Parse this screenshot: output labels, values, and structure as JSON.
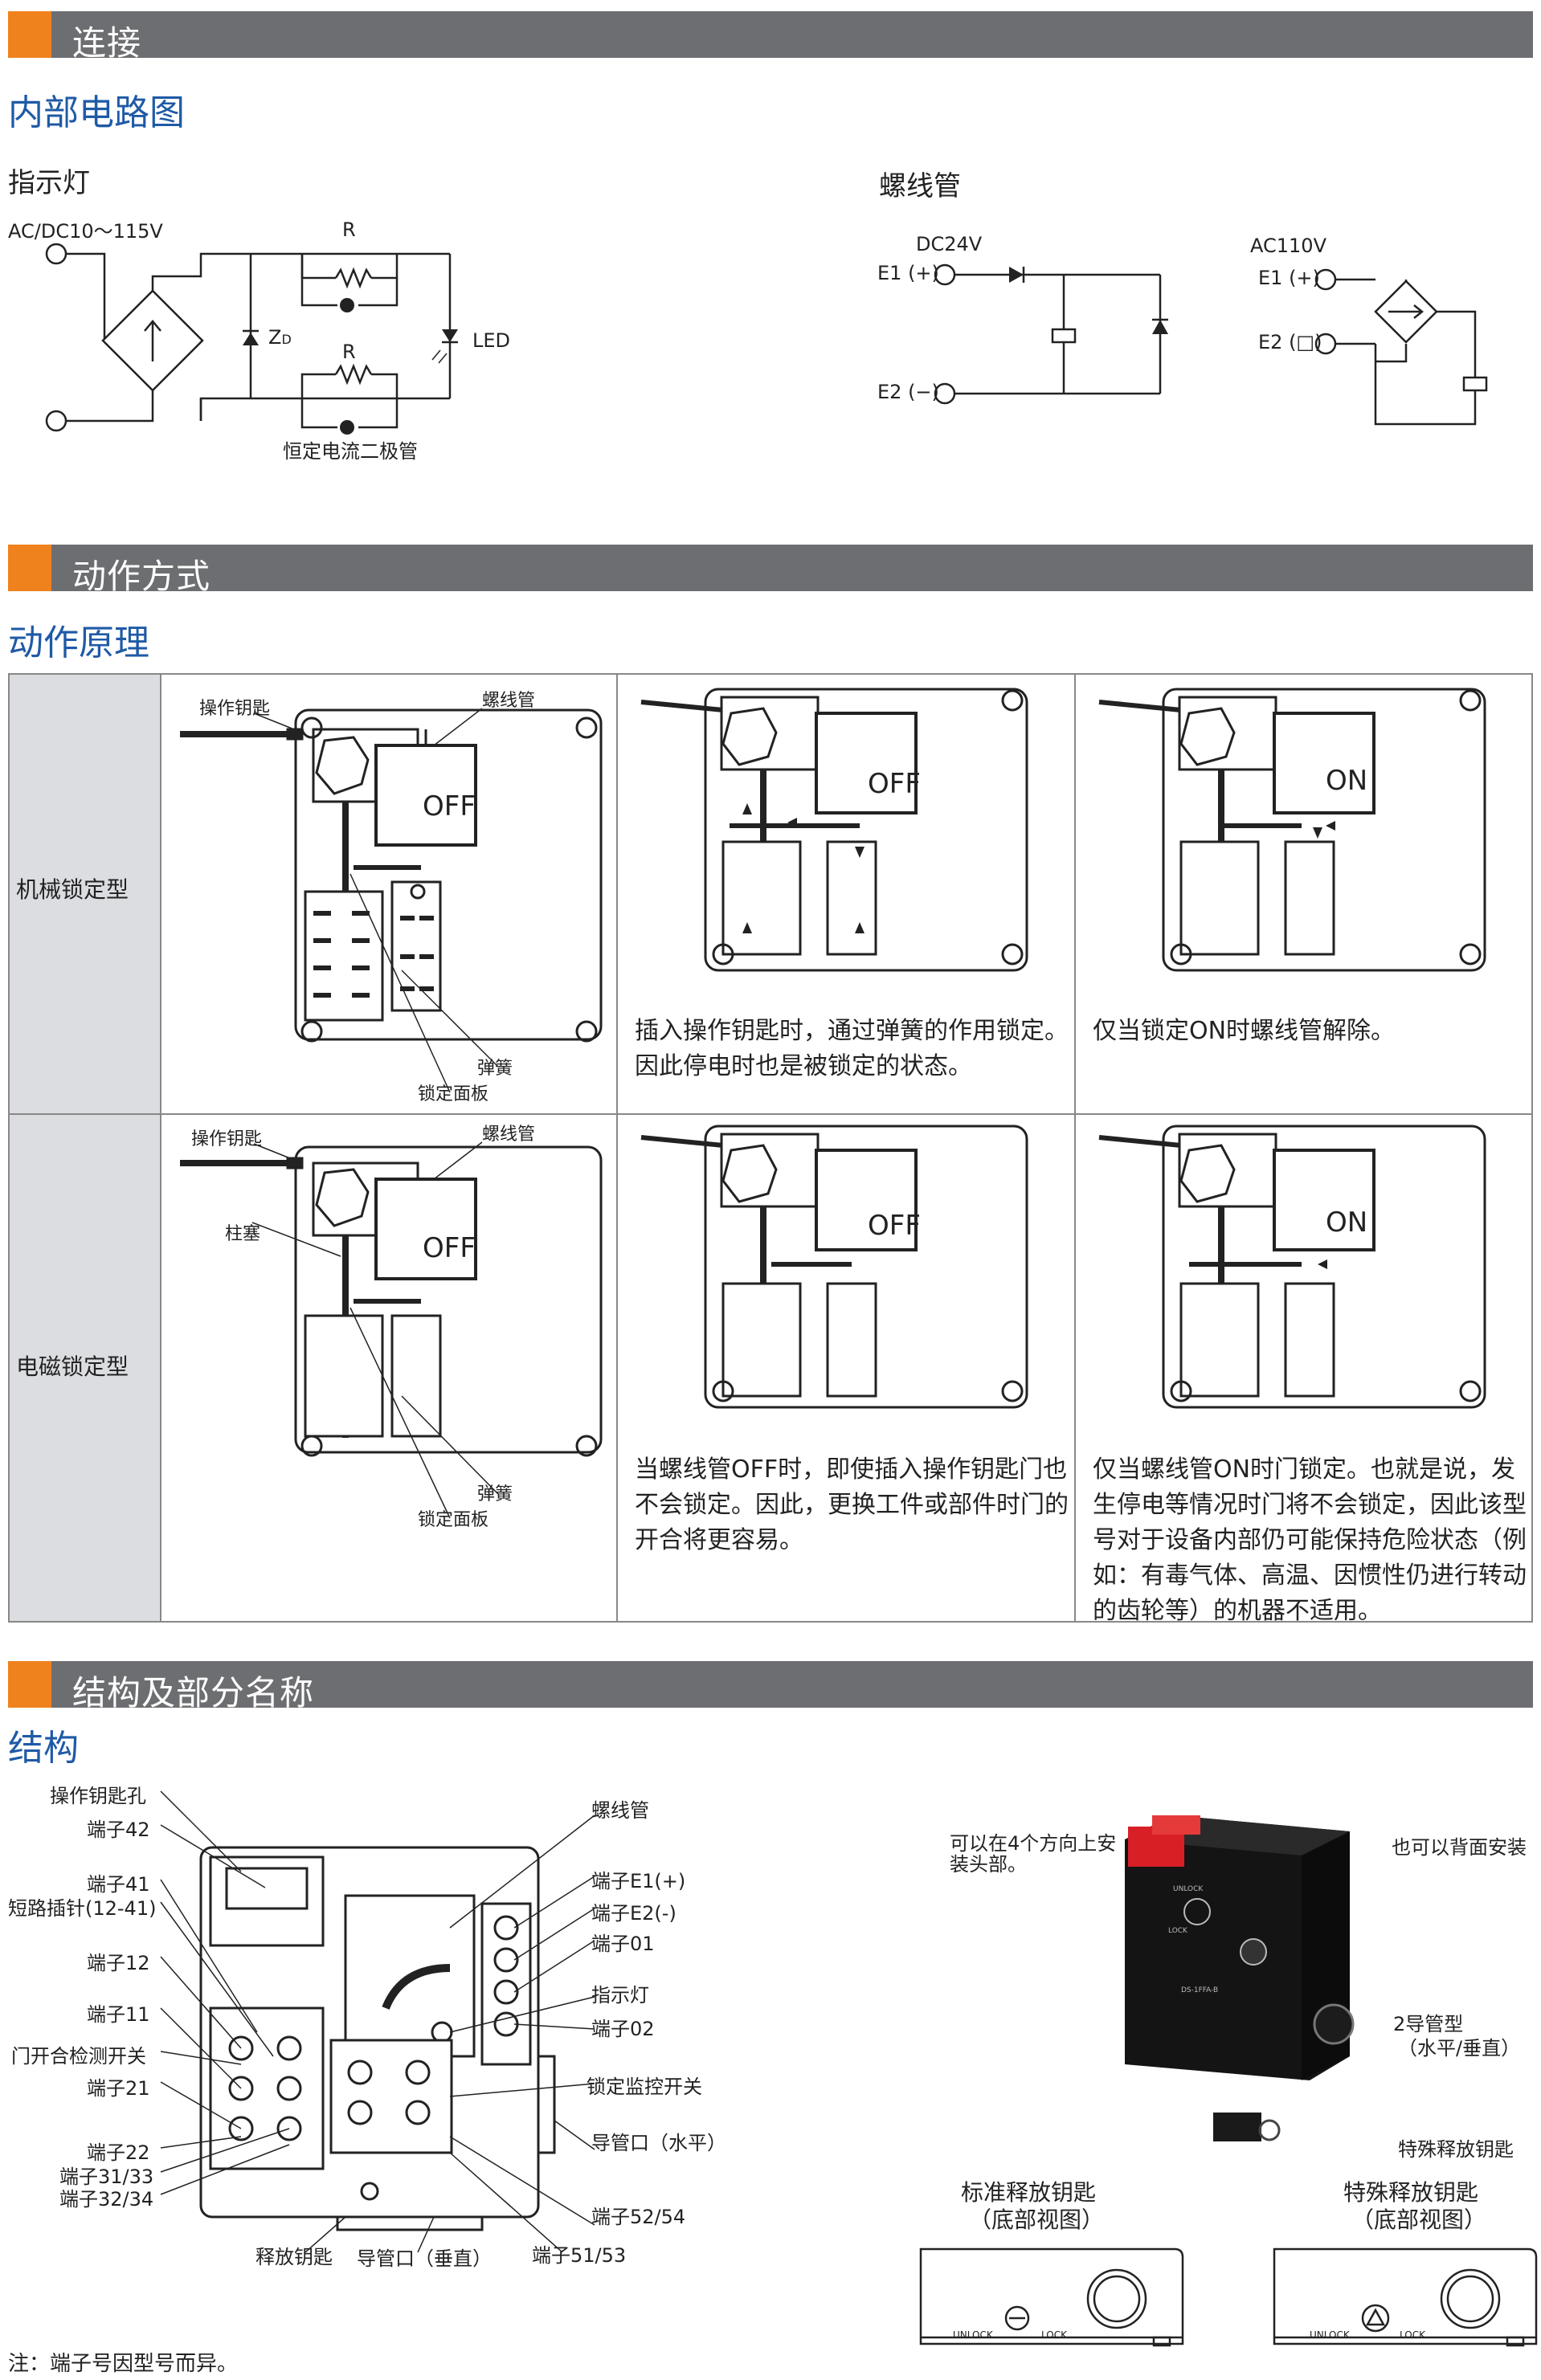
{
  "sections": {
    "connect": "连接",
    "action": "动作方式",
    "structure": "结构及部分名称"
  },
  "subtitles": {
    "circuit": "内部电路图",
    "principle": "动作原理",
    "structure": "结构"
  },
  "circuit": {
    "indicator_title": "指示灯",
    "solenoid_title": "螺线管",
    "ac_dc_range": "AC/DC10～115V",
    "r1": "R",
    "r2": "R",
    "zd": "Z",
    "zd_sub": "D",
    "led": "LED",
    "crd": "恒定电流二极管",
    "dc24": "DC24V",
    "e1_plus": "E1 (+)",
    "e2_minus": "E2 (−)",
    "ac110": "AC110V",
    "ac_e1": "E1 (+)",
    "ac_e2": "E2 (□)"
  },
  "principle": {
    "row1_header": "机械锁定型",
    "row2_header": "电磁锁定型",
    "key": "操作钥匙",
    "solenoid": "螺线管",
    "spring": "弹簧",
    "lock_plate": "锁定面板",
    "plunger": "柱塞",
    "off": "OFF",
    "on": "ON",
    "row1_col2": "插入操作钥匙时，通过弹簧的作用锁定。因此停电时也是被锁定的状态。",
    "row1_col3": "仅当锁定ON时螺线管解除。",
    "row2_col2": "当螺线管OFF时，即使插入操作钥匙门也不会锁定。因此，更换工件或部件时门的开合将更容易。",
    "row2_col3": "仅当螺线管ON时门锁定。也就是说，发生停电等情况时门将不会锁定，因此该型号对于设备内部仍可能保持危险状态（例如：有毒气体、高温、因惯性仍进行转动的齿轮等）的机器不适用。"
  },
  "structure": {
    "left": [
      "操作钥匙孔",
      "端子42",
      "端子41",
      "短路插针(12-41)",
      "端子12",
      "端子11",
      "门开合检测开关",
      "端子21",
      "端子22",
      "端子31/33",
      "端子32/34"
    ],
    "bottom": [
      "释放钥匙",
      "导管口（垂直）",
      "端子51/53"
    ],
    "right": [
      "螺线管",
      "端子E1(+)",
      "端子E2(-)",
      "端子01",
      "指示灯",
      "端子02",
      "锁定监控开关",
      "导管口（水平）",
      "端子52/54"
    ],
    "photo_note1": "可以在4个方向上安装头部。",
    "photo_note2": "也可以背面安装",
    "conduit2": "2导管型",
    "conduit2b": "（水平/垂直）",
    "special_key": "特殊释放钥匙",
    "std_title": "标准释放钥匙",
    "std_sub": "（底部视图）",
    "spc_title": "特殊释放钥匙",
    "spc_sub": "（底部视图）",
    "unlock": "UNLOCK",
    "lock": "LOCK",
    "photo_unlock": "UNLOCK",
    "photo_lock": "LOCK",
    "photo_model": "DS-1FFA-B",
    "note": "注：端子号因型号而异。"
  },
  "colors": {
    "bar": "#6d6e71",
    "accent": "#f0821e",
    "blue": "#1f5aa6",
    "rowhead": "#dcdde1"
  }
}
